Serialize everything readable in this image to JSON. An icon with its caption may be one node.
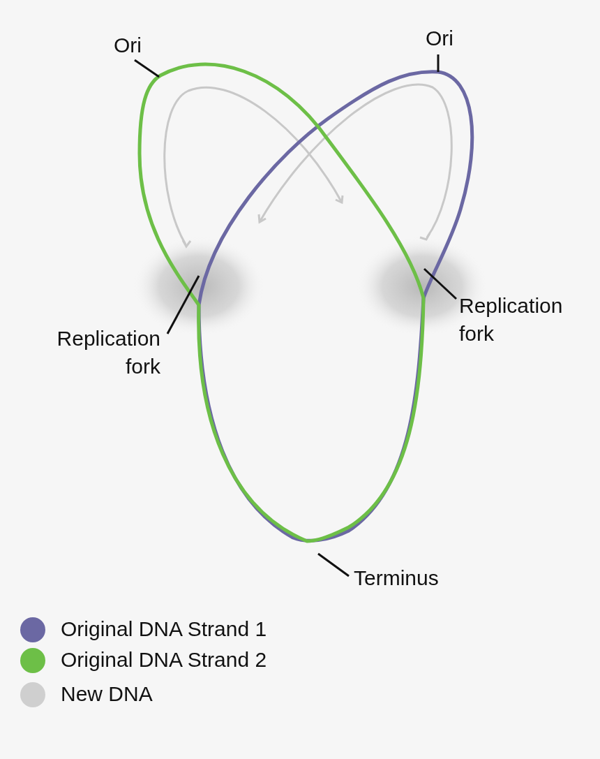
{
  "diagram": {
    "nodes": [
      {
        "text": [
          "Ori"
        ]
      },
      {
        "text": [
          "Ori"
        ]
      },
      {
        "text": [
          "Replication fork"
        ]
      },
      {
        "text": [
          "Replication fork"
        ]
      },
      {
        "text": [
          "Terminus"
        ]
      }
    ],
    "edges": [
      {
        "from": 0,
        "to": null,
        "arrow": "none"
      },
      {
        "from": 1,
        "to": null,
        "arrow": "none"
      },
      {
        "from": 2,
        "to": null,
        "arrow": "none"
      },
      {
        "from": 3,
        "to": null,
        "arrow": "none"
      },
      {
        "from": 4,
        "to": null,
        "arrow": "none"
      }
    ],
    "legend": [
      {
        "text": "Original DNA Strand 1",
        "color": "#6b68a3"
      },
      {
        "text": "Original DNA Strand 2",
        "color": "#6dbf47"
      },
      {
        "text": "New DNA",
        "color": "#cfcfcf"
      }
    ]
  }
}
